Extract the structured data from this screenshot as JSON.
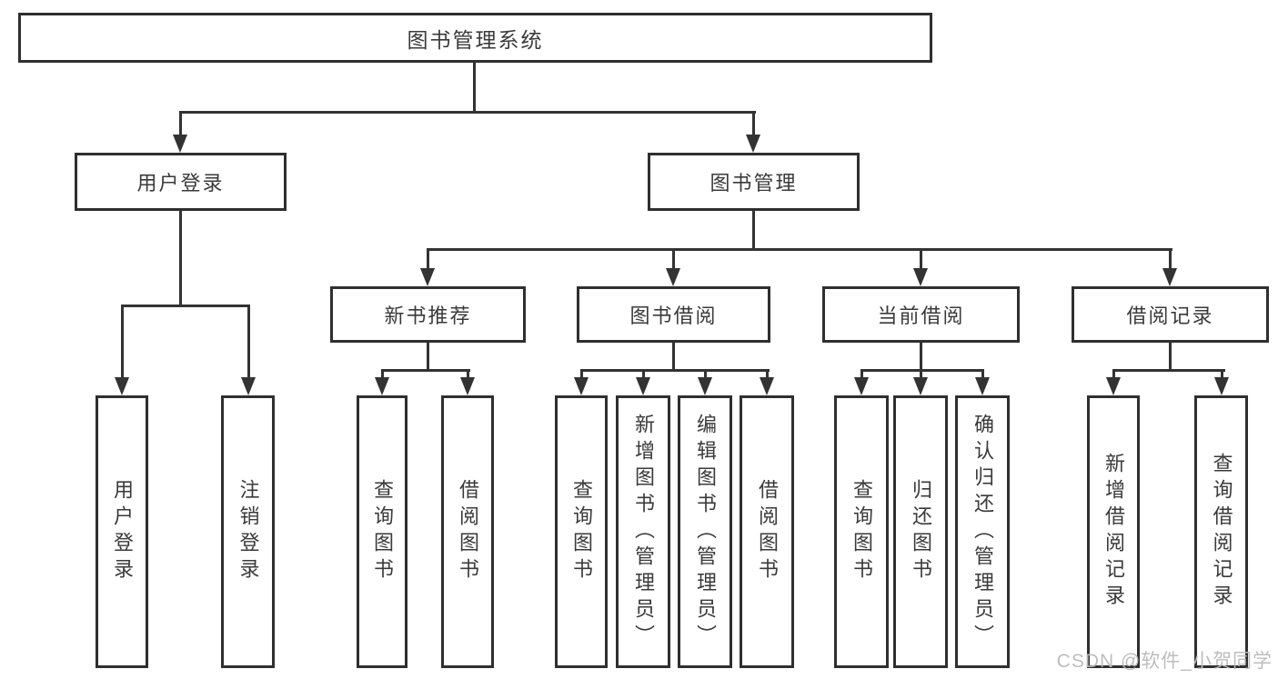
{
  "diagram": {
    "root": "图书管理系统",
    "level2": {
      "user_login": "用户登录",
      "book_mgmt": "图书管理"
    },
    "level3": {
      "new_book_rec": "新书推荐",
      "book_borrow": "图书借阅",
      "current_borrow": "当前借阅",
      "borrow_records": "借阅记录"
    },
    "leaves": {
      "user_login": [
        "用户登录",
        "注销登录"
      ],
      "new_book_rec": [
        "查询图书",
        "借阅图书"
      ],
      "book_borrow": [
        "查询图书",
        "新增图书（管理员）",
        "编辑图书（管理员）",
        "借阅图书"
      ],
      "current_borrow": [
        "查询图书",
        "归还图书",
        "确认归还（管理员）"
      ],
      "borrow_records": [
        "新增借阅记录",
        "查询借阅记录"
      ]
    }
  },
  "watermark": "CSDN @软件_小贺同学"
}
